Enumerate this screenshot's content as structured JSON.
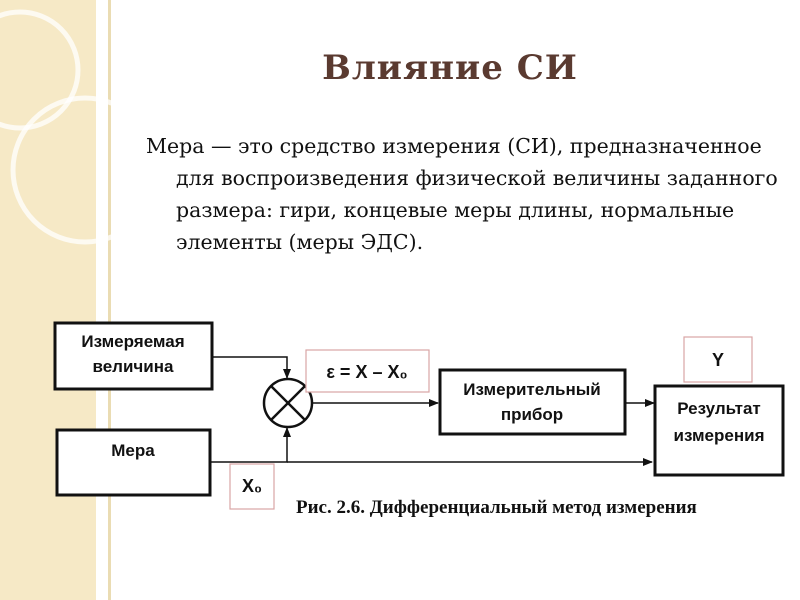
{
  "slide": {
    "title": "Влияние СИ",
    "definition": "Мера — это средство измерения (СИ), предназначенное для воспроизведения физической величины заданного размера: гири, концевые меры длины, нормальные элементы (меры ЭДС)."
  },
  "diagram": {
    "measured_quantity": [
      "Измеряемая",
      "величина"
    ],
    "measure": "Мера",
    "difference_formula": "ε = X – X₀",
    "instrument": [
      "Измерительный",
      "прибор"
    ],
    "output_symbol": "Y",
    "result": [
      "Результат",
      "измерения"
    ],
    "reference_symbol": "X₀",
    "caption": "Рис.  2.6. Дифференциальный метод измерения"
  },
  "colors": {
    "title": "#5a3a30",
    "side_panel": "#f6e9c6",
    "label_box_border": "#d9a5a5"
  },
  "icons": [
    "comparator-circle-icon",
    "arrow-icon"
  ]
}
